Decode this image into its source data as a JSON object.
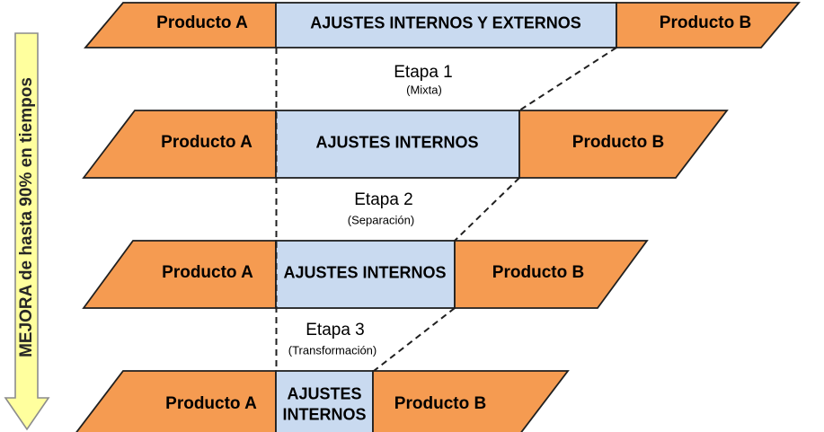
{
  "colors": {
    "orange": "#F59B51",
    "blue": "#C9DAF0",
    "yellow": "#FFFF9E",
    "border": "#1F1F1F",
    "arrow_border": "#8C8C8C",
    "text": "#000000"
  },
  "arrow": {
    "label": "MEJORA de hasta 90% en tiempos"
  },
  "stages": [
    {
      "label": "Etapa 1",
      "sublabel": "(Mixta)"
    },
    {
      "label": "Etapa 2",
      "sublabel": "(Separación)"
    },
    {
      "label": "Etapa 3",
      "sublabel": "(Transformación)"
    }
  ],
  "rows": [
    {
      "product_a": "Producto A",
      "adjustments": "AJUSTES INTERNOS Y EXTERNOS",
      "product_b": "Producto B"
    },
    {
      "product_a": "Producto A",
      "adjustments": "AJUSTES INTERNOS",
      "product_b": "Producto B"
    },
    {
      "product_a": "Producto A",
      "adjustments": "AJUSTES INTERNOS",
      "product_b": "Producto B"
    },
    {
      "product_a": "Producto A",
      "adjustments": "AJUSTES INTERNOS",
      "product_b": "Producto B"
    }
  ]
}
